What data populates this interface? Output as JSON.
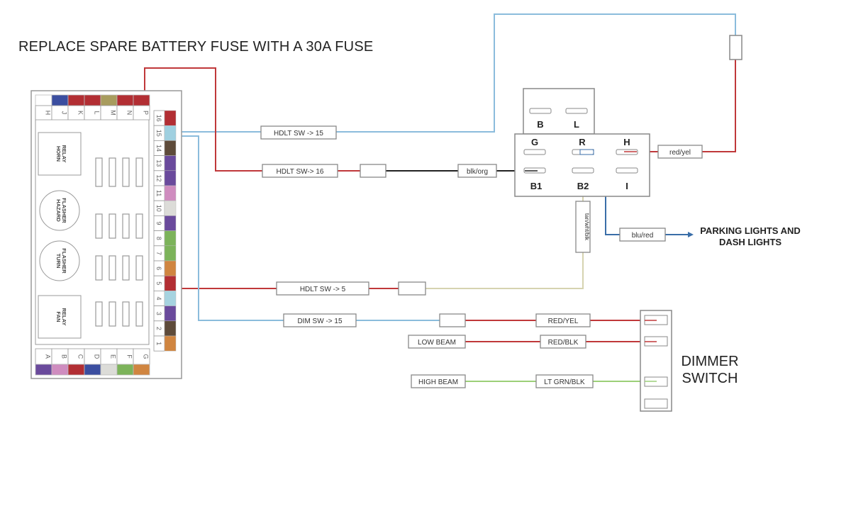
{
  "title": "REPLACE SPARE BATTERY FUSE WITH A 30A FUSE",
  "colors": {
    "red": "#c0383a",
    "blue_lt": "#8bbcdc",
    "blue_dk": "#3a6ea8",
    "black": "#222222",
    "tan": "#d6d3b0",
    "green_lt": "#9ccf78",
    "box_stroke": "#888888"
  },
  "fuse_box": {
    "top_labels": [
      "H",
      "J",
      "K",
      "L",
      "M",
      "N",
      "P"
    ],
    "top_colors": [
      "#ffffff",
      "#3b4ea0",
      "#b22e33",
      "#b22e33",
      "#a89c5e",
      "#b22e33",
      "#b22e33"
    ],
    "bottom_labels": [
      "A",
      "B",
      "C",
      "D",
      "E",
      "F",
      "G"
    ],
    "bottom_colors": [
      "#6a4a9c",
      "#cf8cbf",
      "#b22e33",
      "#3b4ea0",
      "#dcdcd8",
      "#7cb35a",
      "#d08540"
    ],
    "side_labels": [
      "16",
      "15",
      "14",
      "13",
      "12",
      "11",
      "10",
      "9",
      "8",
      "7",
      "6",
      "5",
      "4",
      "3",
      "2",
      "1"
    ],
    "side_colors": [
      "#b22e33",
      "#9fd0e0",
      "#5e4b3a",
      "#6a4a9c",
      "#6a4a9c",
      "#cf8cbf",
      "#dcdcd8",
      "#6a4a9c",
      "#7cb35a",
      "#7cb35a",
      "#d08540",
      "#b22e33",
      "#a6d3e0",
      "#6a4a9c",
      "#5e4b3a",
      "#d08540"
    ],
    "relays": [
      {
        "label": "HORN RELAY",
        "shape": "square"
      },
      {
        "label": "HAZARD FLASHER",
        "shape": "circle"
      },
      {
        "label": "TURN FLASHER",
        "shape": "circle"
      },
      {
        "label": "FAN RELAY",
        "shape": "square"
      }
    ]
  },
  "headlight_switch": {
    "top_terminals": [
      "B",
      "L"
    ],
    "row1": [
      "G",
      "R",
      "H"
    ],
    "row2": [
      "B1",
      "B2",
      "I"
    ]
  },
  "wire_labels": {
    "hdlt15": "HDLT SW -> 15",
    "hdlt16": "HDLT SW-> 16",
    "blkorg": "blk/org",
    "redyel_top": "red/yel",
    "tanwhtblk": "tan/wht/blk",
    "blured": "blu/red",
    "hdlt5": "HDLT SW -> 5",
    "dim15": "DIM SW -> 15",
    "redyel": "RED/YEL",
    "redblk": "RED/BLK",
    "ltgrnblk": "LT GRN/BLK",
    "low_beam": "LOW BEAM",
    "high_beam": "HIGH BEAM"
  },
  "parking": {
    "line1": "PARKING LIGHTS AND",
    "line2": "DASH LIGHTS"
  },
  "dimmer": {
    "line1": "DIMMER",
    "line2": "SWITCH"
  }
}
